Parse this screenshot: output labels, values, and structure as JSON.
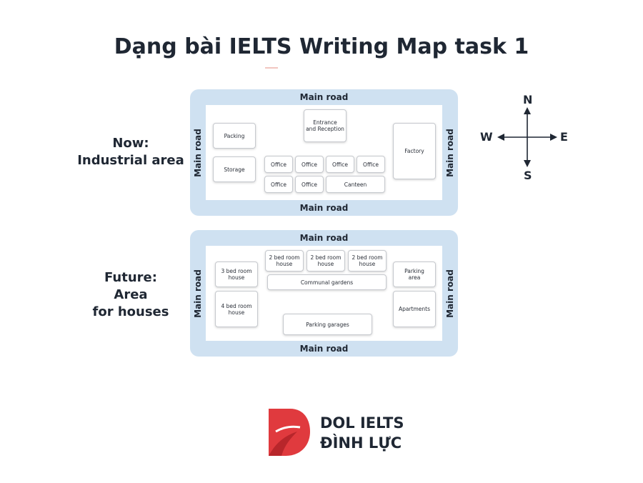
{
  "title": "Dạng bài IELTS Writing Map task 1",
  "compass": {
    "n": "N",
    "s": "S",
    "e": "E",
    "w": "W"
  },
  "now": {
    "label_line1": "Now:",
    "label_line2": "Industrial area",
    "roads": {
      "top": "Main road",
      "bottom": "Main road",
      "left": "Main road",
      "right": "Main road"
    },
    "buildings": {
      "packing": "Packing",
      "storage": "Storage",
      "entrance_line1": "Entrance",
      "entrance_line2": "and Reception",
      "office": "Office",
      "canteen": "Canteen",
      "factory": "Factory"
    }
  },
  "future": {
    "label_line1": "Future:",
    "label_line2": "Area",
    "label_line3": "for houses",
    "roads": {
      "top": "Main road",
      "bottom": "Main road",
      "left": "Main road",
      "right": "Main road"
    },
    "buildings": {
      "two_bed_line1": "2 bed room",
      "two_bed_line2": "house",
      "three_bed_line1": "3 bed room",
      "three_bed_line2": "house",
      "four_bed_line1": "4 bed room",
      "four_bed_line2": "house",
      "communal_gardens": "Communal gardens",
      "parking_area_line1": "Parking",
      "parking_area_line2": "area",
      "apartments": "Apartments",
      "parking_garages": "Parking garages"
    }
  },
  "brand": {
    "line1": "DOL IELTS",
    "line2": "ĐÌNH LỰC",
    "logo_color": "#e03a3e"
  }
}
